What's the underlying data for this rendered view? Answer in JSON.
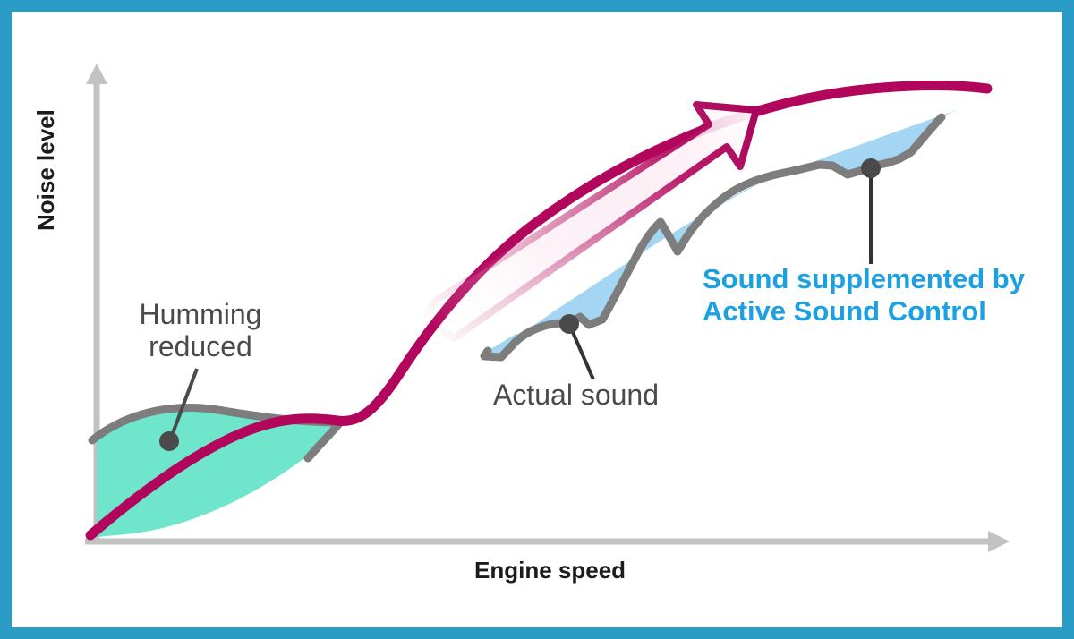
{
  "figure": {
    "border_color": "#2a9cc6",
    "background": "#ffffff"
  },
  "axes": {
    "y_title": "Noise level",
    "x_title": "Engine speed",
    "axis_color": "#c0c0c0"
  },
  "callouts": {
    "humming_line1": "Humming",
    "humming_line2": "reduced",
    "actual_sound": "Actual sound",
    "asc_line1": "Sound supplemented by",
    "asc_line2": "Active Sound Control"
  },
  "colors": {
    "target_curve": "#b2065c",
    "actual_curve": "#7d7d7d",
    "humming_fill": "#6fe5cc",
    "asc_fill": "#a4d5f2",
    "asc_text": "#1ba1e2",
    "callout_text": "#4a4a4a",
    "axis_text": "#1c1c1c",
    "marker": "#4a4a4a",
    "arrow": "#b2065c"
  },
  "chart_data": {
    "type": "line",
    "title": "",
    "xlabel": "Engine speed",
    "ylabel": "Noise level",
    "grid": false,
    "legend": "annotations",
    "axis_ranges": {
      "x": [
        0,
        1
      ],
      "y": [
        0,
        1
      ]
    },
    "annotations": [
      {
        "name": "humming-reduced",
        "text": "Humming reduced",
        "anchor_x": 0.085,
        "anchor_y": 0.22,
        "label_x": 0.05,
        "label_y": 0.56
      },
      {
        "name": "actual-sound",
        "text": "Actual sound",
        "anchor_x": 0.525,
        "anchor_y": 0.465,
        "label_x": 0.44,
        "label_y": 0.33
      },
      {
        "name": "asc-sound",
        "text": "Sound supplemented by Active Sound Control",
        "anchor_x": 0.86,
        "anchor_y": 0.74,
        "label_x": 0.68,
        "label_y": 0.49
      },
      {
        "name": "trend-arrow",
        "text": "",
        "from_x": 0.37,
        "from_y": 0.44,
        "to_x": 0.7,
        "to_y": 0.86
      }
    ],
    "series": [
      {
        "name": "Sound supplemented by Active Sound Control",
        "role": "target",
        "color": "#b2065c",
        "x": [
          0.0,
          0.06,
          0.12,
          0.18,
          0.24,
          0.3,
          0.36,
          0.42,
          0.48,
          0.54,
          0.6,
          0.66,
          0.72,
          0.78,
          0.84,
          0.9,
          0.96,
          1.0
        ],
        "y": [
          0.015,
          0.085,
          0.15,
          0.208,
          0.248,
          0.268,
          0.3,
          0.372,
          0.455,
          0.536,
          0.612,
          0.68,
          0.74,
          0.79,
          0.832,
          0.862,
          0.88,
          0.884
        ]
      },
      {
        "name": "Actual sound",
        "role": "actual",
        "color": "#7d7d7d",
        "x": [
          0.0,
          0.03,
          0.07,
          0.11,
          0.15,
          0.19,
          0.23,
          0.27,
          0.32,
          0.38,
          0.43,
          0.45,
          0.452,
          0.47,
          0.49,
          0.5,
          0.505,
          0.52,
          0.54,
          0.556,
          0.57,
          0.585,
          0.6,
          0.615,
          0.63,
          0.65,
          0.668,
          0.685,
          0.7,
          0.72,
          0.745,
          0.77,
          0.79,
          0.81,
          0.83,
          0.855,
          0.872,
          0.89,
          0.91,
          0.93,
          0.95,
          0.968,
          0.98,
          0.99
        ],
        "y": [
          0.215,
          0.24,
          0.262,
          0.272,
          0.272,
          0.265,
          0.258,
          0.262,
          0.285,
          0.33,
          0.39,
          0.42,
          0.445,
          0.446,
          0.447,
          0.42,
          0.418,
          0.432,
          0.452,
          0.468,
          0.462,
          0.478,
          0.508,
          0.548,
          0.59,
          0.64,
          0.672,
          0.648,
          0.606,
          0.6,
          0.64,
          0.688,
          0.716,
          0.726,
          0.712,
          0.682,
          0.668,
          0.678,
          0.704,
          0.74,
          0.792,
          0.846,
          0.872,
          0.88
        ]
      }
    ],
    "filled_regions": [
      {
        "name": "humming-reduced",
        "color": "#6fe5cc",
        "between": [
          "Actual sound",
          "target"
        ],
        "x_range": [
          0.0,
          0.3
        ]
      },
      {
        "name": "sound-supplemented",
        "color": "#a4d5f2",
        "between": [
          "target",
          "Actual sound"
        ],
        "x_range": [
          0.43,
          1.0
        ]
      }
    ]
  }
}
